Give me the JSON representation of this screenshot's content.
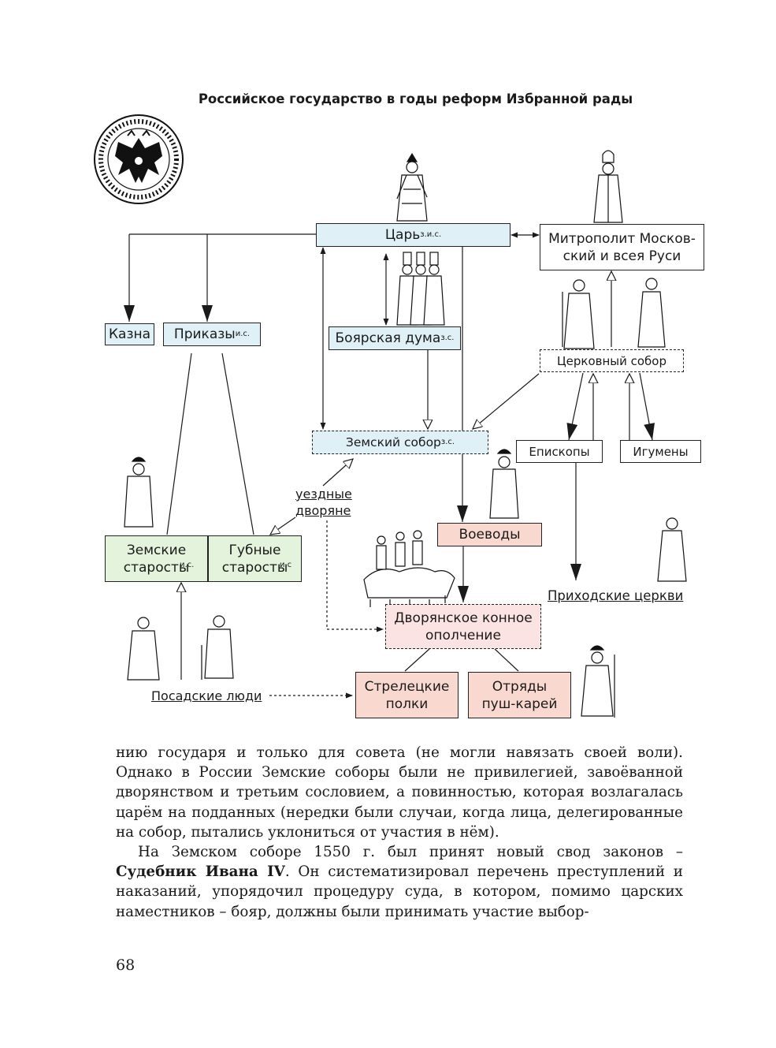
{
  "title": "Российское государство в годы реформ Избранной рады",
  "boxes": {
    "tsar": {
      "label": "Царь",
      "sup": "з.и.с."
    },
    "metropolitan": {
      "label": "Митрополит Москов-ский и всея Руси"
    },
    "kazna": {
      "label": "Казна"
    },
    "prikazy": {
      "label": "Приказы",
      "sup": "и.с."
    },
    "boyar_duma": {
      "label": "Боярская дума",
      "sup": "з.с."
    },
    "church_council": {
      "label": "Церковный собор"
    },
    "zemsky_sobor": {
      "label": "Земский собор",
      "sup": "з.с."
    },
    "bishops": {
      "label": "Епископы"
    },
    "abbots": {
      "label": "Игумены"
    },
    "voevody": {
      "label": "Воеводы"
    },
    "zemskie_starosty": {
      "label": "Земские старосты",
      "sup": "и.с."
    },
    "gubnye_starosty": {
      "label": "Губные старосты",
      "sup": "и.с"
    },
    "cavalry": {
      "label": "Дворянское конное ополчение"
    },
    "streltsy": {
      "label": "Стрелецкие полки"
    },
    "pushkari": {
      "label": "Отряды пуш-карей"
    }
  },
  "labels": {
    "uezdnye_1": "уездные",
    "uezdnye_2": "дворяне",
    "parishes": "Приходские церкви",
    "posad": "Посадские люди"
  },
  "body": {
    "p1": "нию государя и только для совета (не могли навязать своей воли). Однако в России Земские соборы были не привилегией, завоёванной дворянством и третьим сословием, а повинностью, которая возлагалась царём на подданных (нередки были случаи, когда лица, делегированные на собор, пытались уклониться от участия в нём).",
    "p2_start": "На Земском соборе 1550 г. был принят новый свод законов –",
    "p2_bold": "Судебник Ивана IV",
    "p2_end": ". Он систематизировал перечень преступлений и наказаний, упорядочил процедуру суда, в котором, помимо царских наместников – бояр, должны были принимать участие выбор-"
  },
  "page_number": "68",
  "seal_text": "печать царя Ивана IV",
  "colors": {
    "blue": "#dff0f7",
    "green": "#e4f3dc",
    "pink": "#f9d8d0",
    "pink_light": "#fbe3e3"
  },
  "icons": [
    "double-headed-eagle-seal-icon",
    "tsar-figure-icon",
    "metropolitan-figure-icon",
    "boyars-figure-icon",
    "clergy-figure-icon",
    "starosta-figure-icon",
    "voevoda-figure-icon",
    "priest-figure-icon",
    "cavalry-horsemen-icon",
    "townspeople-figure-icon",
    "strelets-figure-icon"
  ]
}
